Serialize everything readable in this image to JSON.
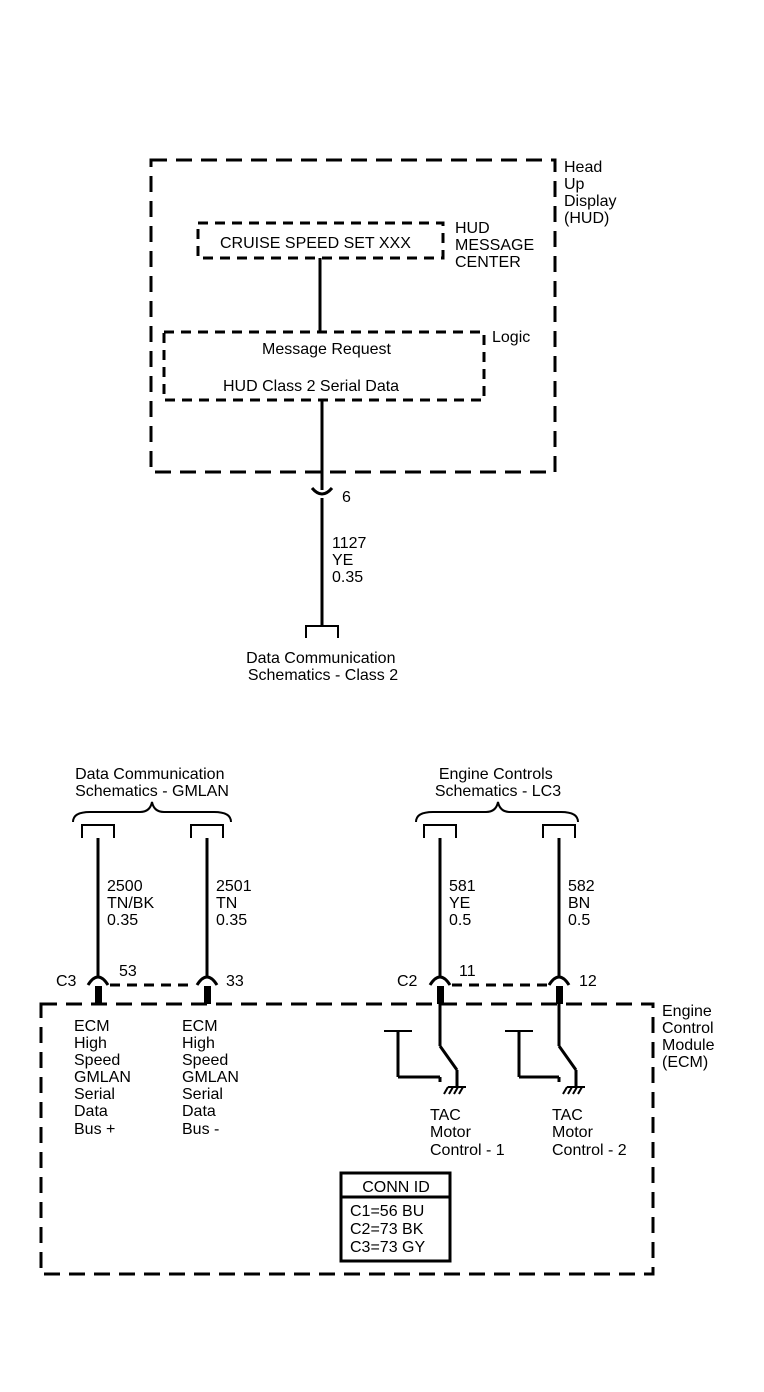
{
  "hud": {
    "module_label": [
      "Head",
      "Up",
      "Display",
      "(HUD)"
    ],
    "message_center_label": [
      "HUD",
      "MESSAGE",
      "CENTER"
    ],
    "message_text": "CRUISE SPEED SET XXX",
    "logic_label": "Logic",
    "logic_line1": "Message Request",
    "logic_line2": "HUD Class 2 Serial Data",
    "pin": "6",
    "wire": [
      "1127",
      "YE",
      "0.35"
    ],
    "destination": [
      "Data Communication",
      "Schematics - Class 2"
    ]
  },
  "gmlan": {
    "title": [
      "Data Communication",
      "Schematics - GMLAN"
    ],
    "wire_left": [
      "2500",
      "TN/BK",
      "0.35"
    ],
    "wire_right": [
      "2501",
      "TN",
      "0.35"
    ],
    "connector": "C3",
    "pin_left": "53",
    "pin_right": "33",
    "label_left": [
      "ECM",
      "High",
      "Speed",
      "GMLAN",
      "Serial",
      "Data",
      "Bus +"
    ],
    "label_right": [
      "ECM",
      "High",
      "Speed",
      "GMLAN",
      "Serial",
      "Data",
      "Bus -"
    ]
  },
  "engine": {
    "title": [
      "Engine Controls",
      "Schematics - LC3"
    ],
    "wire_left": [
      "581",
      "YE",
      "0.5"
    ],
    "wire_right": [
      "582",
      "BN",
      "0.5"
    ],
    "connector": "C2",
    "pin_left": "11",
    "pin_right": "12",
    "label_left": [
      "TAC",
      "Motor",
      "Control - 1"
    ],
    "label_right": [
      "TAC",
      "Motor",
      "Control - 2"
    ]
  },
  "ecm": {
    "module_label": [
      "Engine",
      "Control",
      "Module",
      "(ECM)"
    ],
    "conn_id": {
      "title": "CONN ID",
      "rows": [
        "C1=56 BU",
        "C2=73 BK",
        "C3=73 GY"
      ]
    }
  }
}
